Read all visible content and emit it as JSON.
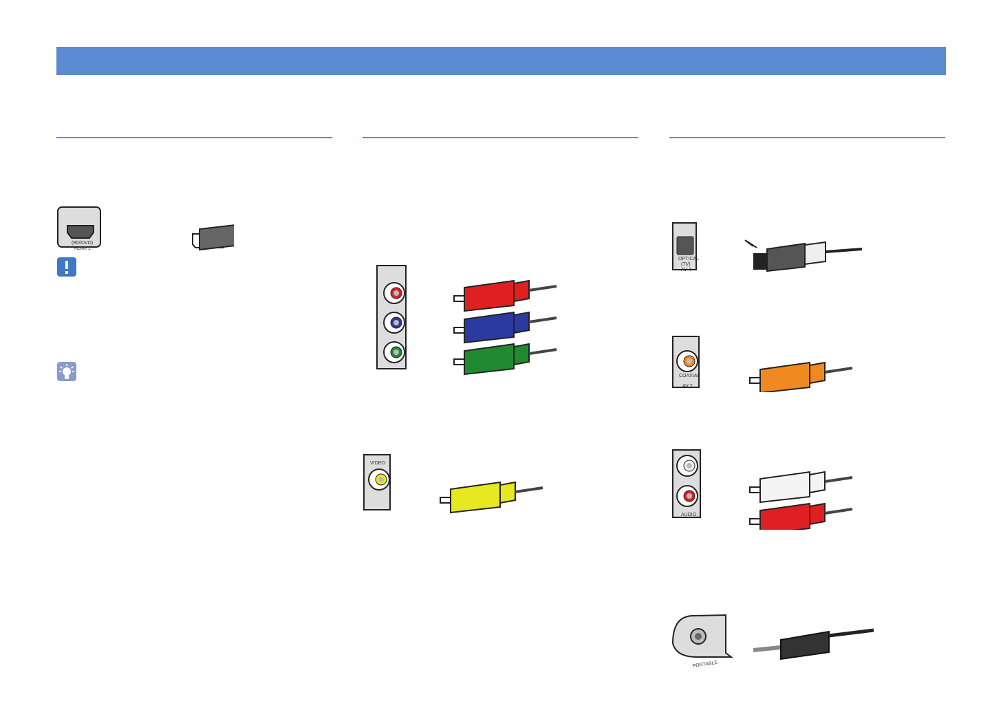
{
  "header": {
    "title": ""
  },
  "colors": {
    "accent": "#5b8bd0",
    "caution_icon": "#3f78c4",
    "tip_icon": "#8a9cc8"
  },
  "illustrations": {
    "hdmi": {
      "jack_label_top": "(BD/DVD)",
      "jack_label": "HDMI 1"
    },
    "component": {
      "plug_colors": [
        "#e02020",
        "#2a3aa0",
        "#1f8a30"
      ]
    },
    "composite": {
      "jack_label": "VIDEO",
      "plug_color": "#e8e820"
    },
    "optical": {
      "jack_label": "OPTICAL",
      "jack_label_top": "(TV)",
      "jack_label_bottom": "AV 4"
    },
    "coaxial": {
      "jack_label": "COAXIAL",
      "jack_label_bottom": "AV 2",
      "plug_color": "#f08a20"
    },
    "analog": {
      "jack_label": "AUDIO",
      "plug_colors": [
        "#f4f4f4",
        "#e02020"
      ]
    },
    "portable": {
      "jack_label": "PORTABLE"
    }
  },
  "icons": {
    "caution": "exclamation-icon",
    "tip": "lightbulb-icon"
  }
}
